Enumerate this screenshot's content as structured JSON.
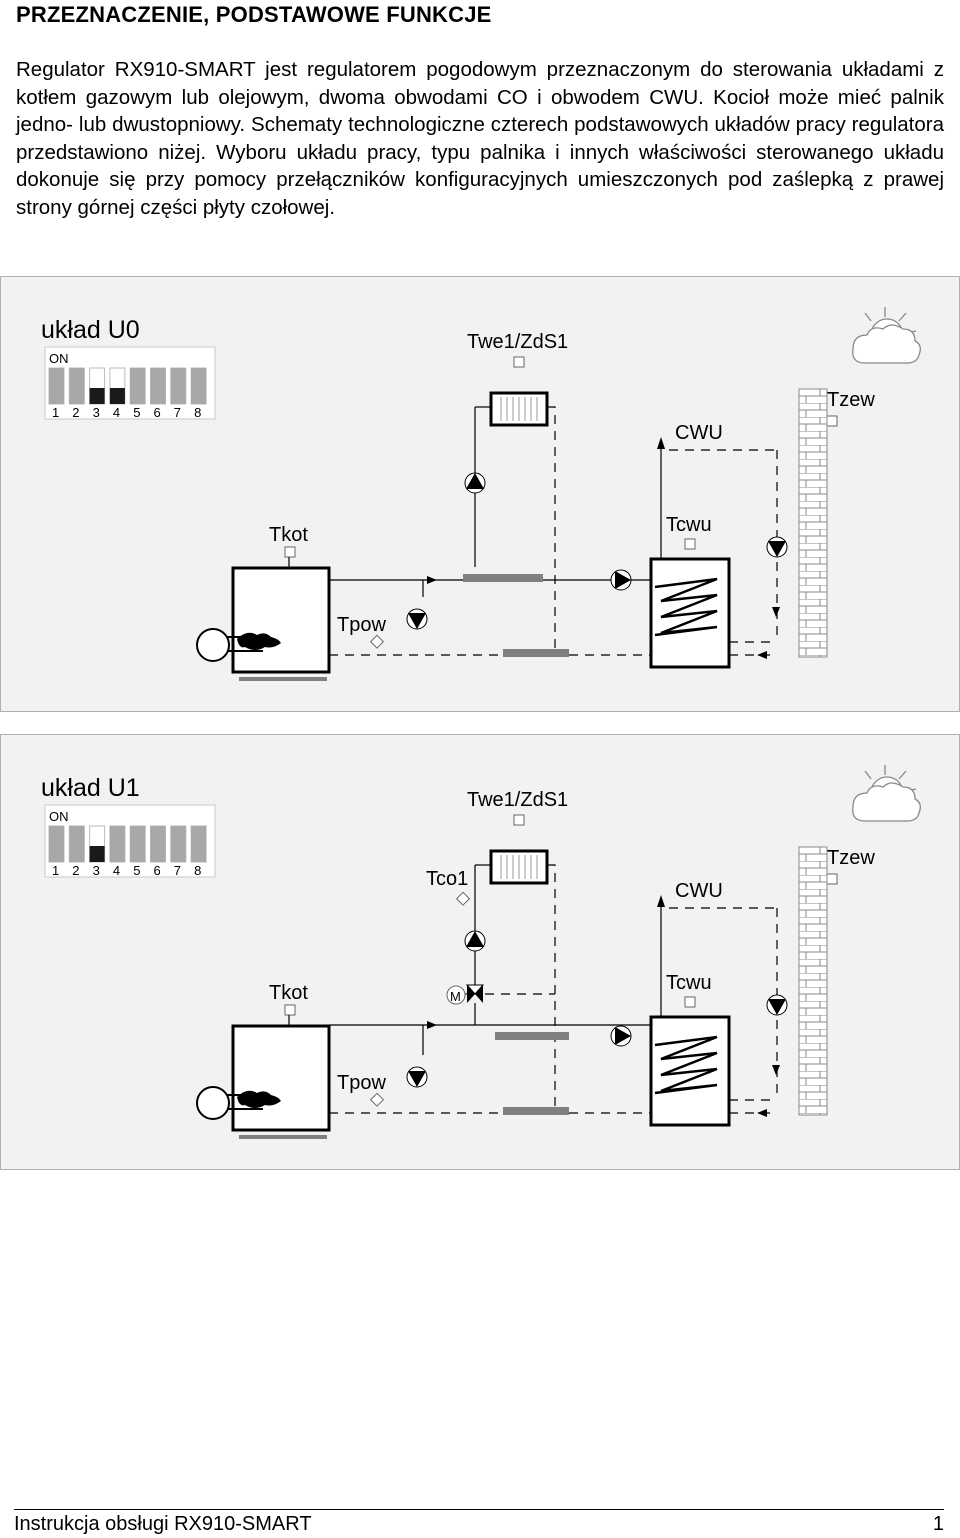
{
  "heading": "PRZEZNACZENIE, PODSTAWOWE FUNKCJE",
  "intro": "Regulator RX910-SMART jest regulatorem pogodowym przeznaczonym do sterowania układami z kotłem gazowym lub olejowym, dwoma obwodami CO i obwodem CWU. Kocioł może mieć palnik jedno- lub dwustopniowy. Schematy technologiczne czterech podstawowych układów pracy regulatora przedstawiono niżej. Wyboru układu pracy, typu palnika i innych właściwości sterowanego układu dokonuje się przy pomocy przełączników konfiguracyjnych umieszczonych pod zaślepką z prawej strony górnej części płyty czołowej.",
  "diagrams": [
    {
      "title": "układ U0",
      "dip_on_label": "ON",
      "dip_numbers": [
        "1",
        "2",
        "3",
        "4",
        "5",
        "6",
        "7",
        "8"
      ],
      "dip_states": [
        "up",
        "up",
        "down",
        "down",
        "up",
        "up",
        "up",
        "up"
      ],
      "labels": {
        "twe": "Twe1/ZdS1",
        "tzew": "Tzew",
        "cwu": "CWU",
        "tkot": "Tkot",
        "tcwu": "Tcwu",
        "tpow": "Tpow"
      }
    },
    {
      "title": "układ U1",
      "dip_on_label": "ON",
      "dip_numbers": [
        "1",
        "2",
        "3",
        "4",
        "5",
        "6",
        "7",
        "8"
      ],
      "dip_states": [
        "up",
        "up",
        "down",
        "up",
        "up",
        "up",
        "up",
        "up"
      ],
      "labels": {
        "twe": "Twe1/ZdS1",
        "tzew": "Tzew",
        "cwu": "CWU",
        "tco1": "Tco1",
        "valve": "M",
        "tkot": "Tkot",
        "tcwu": "Tcwu",
        "tpow": "Tpow"
      }
    }
  ],
  "footer": {
    "left": "Instrukcja obsługi RX910-SMART",
    "right": "1"
  },
  "colors": {
    "panel_background": "#f2f2f2",
    "line": "#000000",
    "pipe_bar": "#808080",
    "dip_up": "#a8a8a8",
    "dip_down": "#1a1a1a"
  }
}
